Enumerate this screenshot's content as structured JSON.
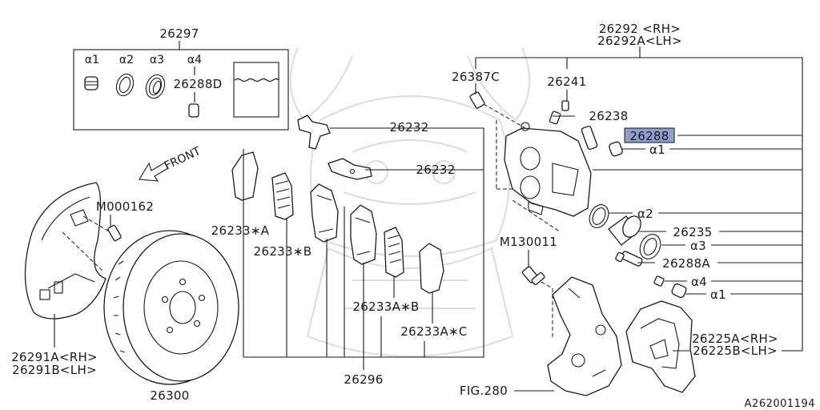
{
  "diagram_id": "A262001194",
  "kit": {
    "label": "26297",
    "items": [
      {
        "key": "a1",
        "label": "α1"
      },
      {
        "key": "a2",
        "label": "α2"
      },
      {
        "key": "a3",
        "label": "α3"
      },
      {
        "key": "a4",
        "label": "α4"
      }
    ],
    "a4_part": "26288D"
  },
  "front_label": "FRONT",
  "parts": {
    "p26292": "26292 <RH>",
    "p26292a": "26292A<LH>",
    "p26387c": "26387C",
    "p26241": "26241",
    "p26238": "26238",
    "p26288": "26288",
    "p26288_a1": "α1",
    "p26232_top": "26232",
    "p26232_mid": "26232",
    "p26233a": "26233∗A",
    "p26233b": "26233∗B",
    "p26233ab": "26233A∗B",
    "p26233ac": "26233A∗C",
    "p26296": "26296",
    "m000162": "M000162",
    "m130011": "M130011",
    "a2": "α2",
    "p26235": "26235",
    "a3": "α3",
    "p26288a": "26288A",
    "a4": "α4",
    "a1b": "α1",
    "p26225a": "26225A<RH>",
    "p26225b": "26225B<LH>",
    "p26291a": "26291A<RH>",
    "p26291b": "26291B<LH>",
    "p26300": "26300",
    "fig280": "FIG.280"
  },
  "highlight_color": "#8e9ecf"
}
